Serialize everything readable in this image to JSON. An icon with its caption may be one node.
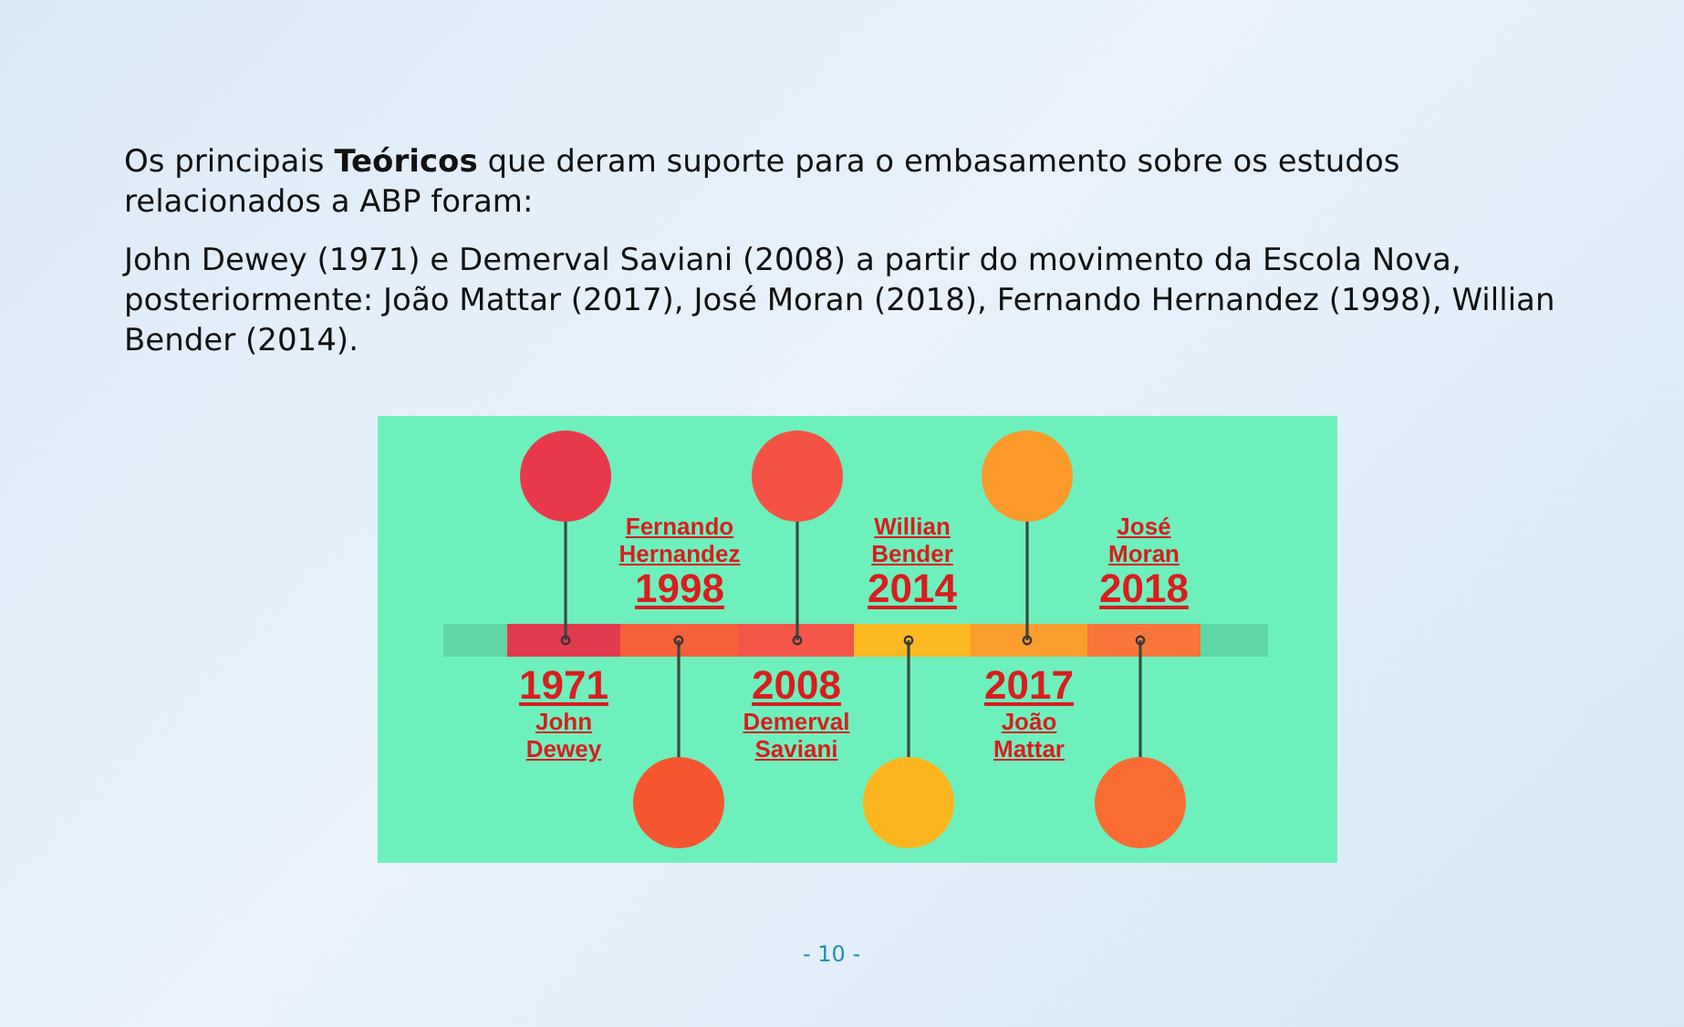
{
  "diagram": {
    "nodes": [
      {
        "text": [],
        "shape": "circle"
      },
      {
        "text": [],
        "shape": "circle"
      },
      {
        "text": [],
        "shape": "circle"
      },
      {
        "text": [],
        "shape": "circle"
      },
      {
        "text": [],
        "shape": "circle"
      },
      {
        "text": [],
        "shape": "circle"
      },
      {
        "text": [],
        "shape": "bar",
        "beside": [
          "1971",
          "John Dewey"
        ]
      },
      {
        "text": [],
        "shape": "bar",
        "beside": [
          "Fernando Hernandez",
          "1998"
        ]
      },
      {
        "text": [],
        "shape": "bar",
        "beside": [
          "2008",
          "Demerval Saviani"
        ]
      },
      {
        "text": [],
        "shape": "bar",
        "beside": [
          "Willian Bender",
          "2014"
        ]
      },
      {
        "text": [],
        "shape": "bar",
        "beside": [
          "2017",
          "João Mattar"
        ]
      },
      {
        "text": [],
        "shape": "bar",
        "beside": [
          "José Moran",
          "2018"
        ]
      }
    ],
    "edges": [
      {
        "from": 0,
        "to": 6,
        "arrow": "other"
      },
      {
        "from": 1,
        "to": 7,
        "arrow": "other"
      },
      {
        "from": 2,
        "to": 8,
        "arrow": "other"
      },
      {
        "from": 3,
        "to": 9,
        "arrow": "other"
      },
      {
        "from": 4,
        "to": 10,
        "arrow": "other"
      },
      {
        "from": 5,
        "to": 11,
        "arrow": "other"
      }
    ],
    "labels": [
      "Os principais **Teóricos** que deram suporte para o embasamento sobre os estudos relacionados a ABP foram:",
      "John Dewey (1971) e Demerval Saviani (2008) a partir do movimento da Escola Nova, posteriormente: João Mattar (2017), José Moran (2018), Fernando Hernandez (1998), Willian Bender (2014).",
      "- 10 -"
    ]
  }
}
